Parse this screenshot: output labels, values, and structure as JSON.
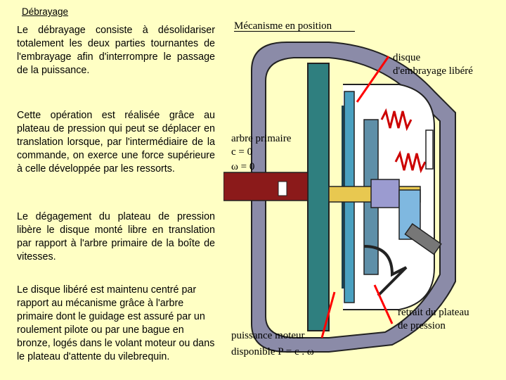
{
  "section_title": "Débrayage",
  "paragraphs": [
    "Le débrayage consiste à désolidariser totalement les deux parties tournantes de l'embrayage afin d'interrompre le passage de la puissance.",
    "Cette opération est réalisée grâce au plateau de pression qui peut se déplacer en translation lorsque, par l'intermédiaire de la commande, on exerce une force supérieure à celle développée par les ressorts.",
    "Le dégagement du plateau de pression libère le disque monté libre en translation par rapport à l'arbre primaire de la boîte de vitesses.",
    "Le disque libéré est maintenu centré par rapport au mécanisme grâce à l'arbre primaire dont le guidage est assuré par un roulement pilote ou par une bague en bronze, logés dans le volant moteur ou dans le plateau d'attente du vilebrequin."
  ],
  "diagram": {
    "title": "Mécanisme en position",
    "label_disque_line1": "disque",
    "label_disque_line2": "d'embrayage libéré",
    "label_arbre": "arbre primaire",
    "label_c": "c = 0",
    "label_omega": "ω = 0",
    "label_retrait_line1": "retrait du plateau",
    "label_retrait_line2": "de pression",
    "label_puissance_line1": "puissance moteur",
    "label_puissance_line2": "disponible P = c . ω",
    "colors": {
      "housing": "#8b8ba8",
      "flywheel": "#2f7f7f",
      "arrow": "#ff0000",
      "shaft": "#8b1a1a",
      "disc": "#4aa0c0"
    }
  }
}
